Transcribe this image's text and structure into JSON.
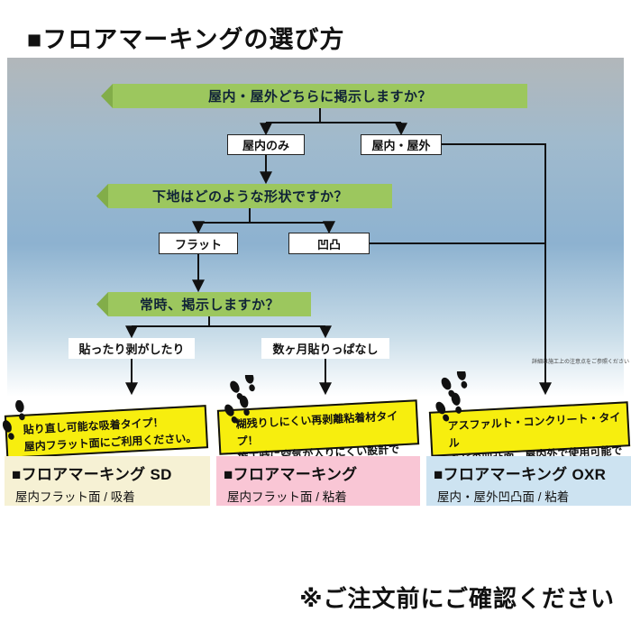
{
  "page": {
    "title": "■フロアマーキングの選び方",
    "footer_note": "※ご注文前にご確認ください",
    "side_note": "詳細は施工上の注意点をご参照ください"
  },
  "flow": {
    "q1": "屋内・屋外どちらに掲示しますか？",
    "q2": "下地はどのような形状ですか？",
    "q3": "常時、掲示しますか？",
    "opt_indoor_only": "屋内のみ",
    "opt_indoor_outdoor": "屋内・屋外",
    "opt_flat": "フラット",
    "opt_uneven": "凹凸",
    "opt_repeat": "貼ったり剥がしたり",
    "opt_months": "数ヶ月貼りっぱなし"
  },
  "products": [
    {
      "highlight1": "貼り直し可能な吸着タイプ！",
      "highlight2": "屋内フラット面にご利用ください。",
      "name": "■フロアマーキング SD",
      "spec": "屋内フラット面 / 吸着",
      "bg": "#f6f1d4"
    },
    {
      "highlight1": "糊残りしにくい再剥離粘着材タイプ！",
      "highlight2": "施工時に空気が入りにくい設計です。",
      "name": "■フロアマーキング",
      "spec": "屋内フラット面 / 粘着",
      "bg": "#f9c6d5"
    },
    {
      "highlight1": "アスファルト・コンクリート・タイル",
      "highlight2": "などの凹凸面、屋内外で使用可能です",
      "name": "■フロアマーキング OXR",
      "spec": "屋内・屋外凹凸面 / 粘着",
      "bg": "#cde3f1"
    }
  ],
  "colors": {
    "banner_green": "#9cc75e",
    "highlight_yellow": "#f7ee0e",
    "line_black": "#111111",
    "gradient_top": "#b2b7ba",
    "gradient_mid": "#8db2d0"
  }
}
